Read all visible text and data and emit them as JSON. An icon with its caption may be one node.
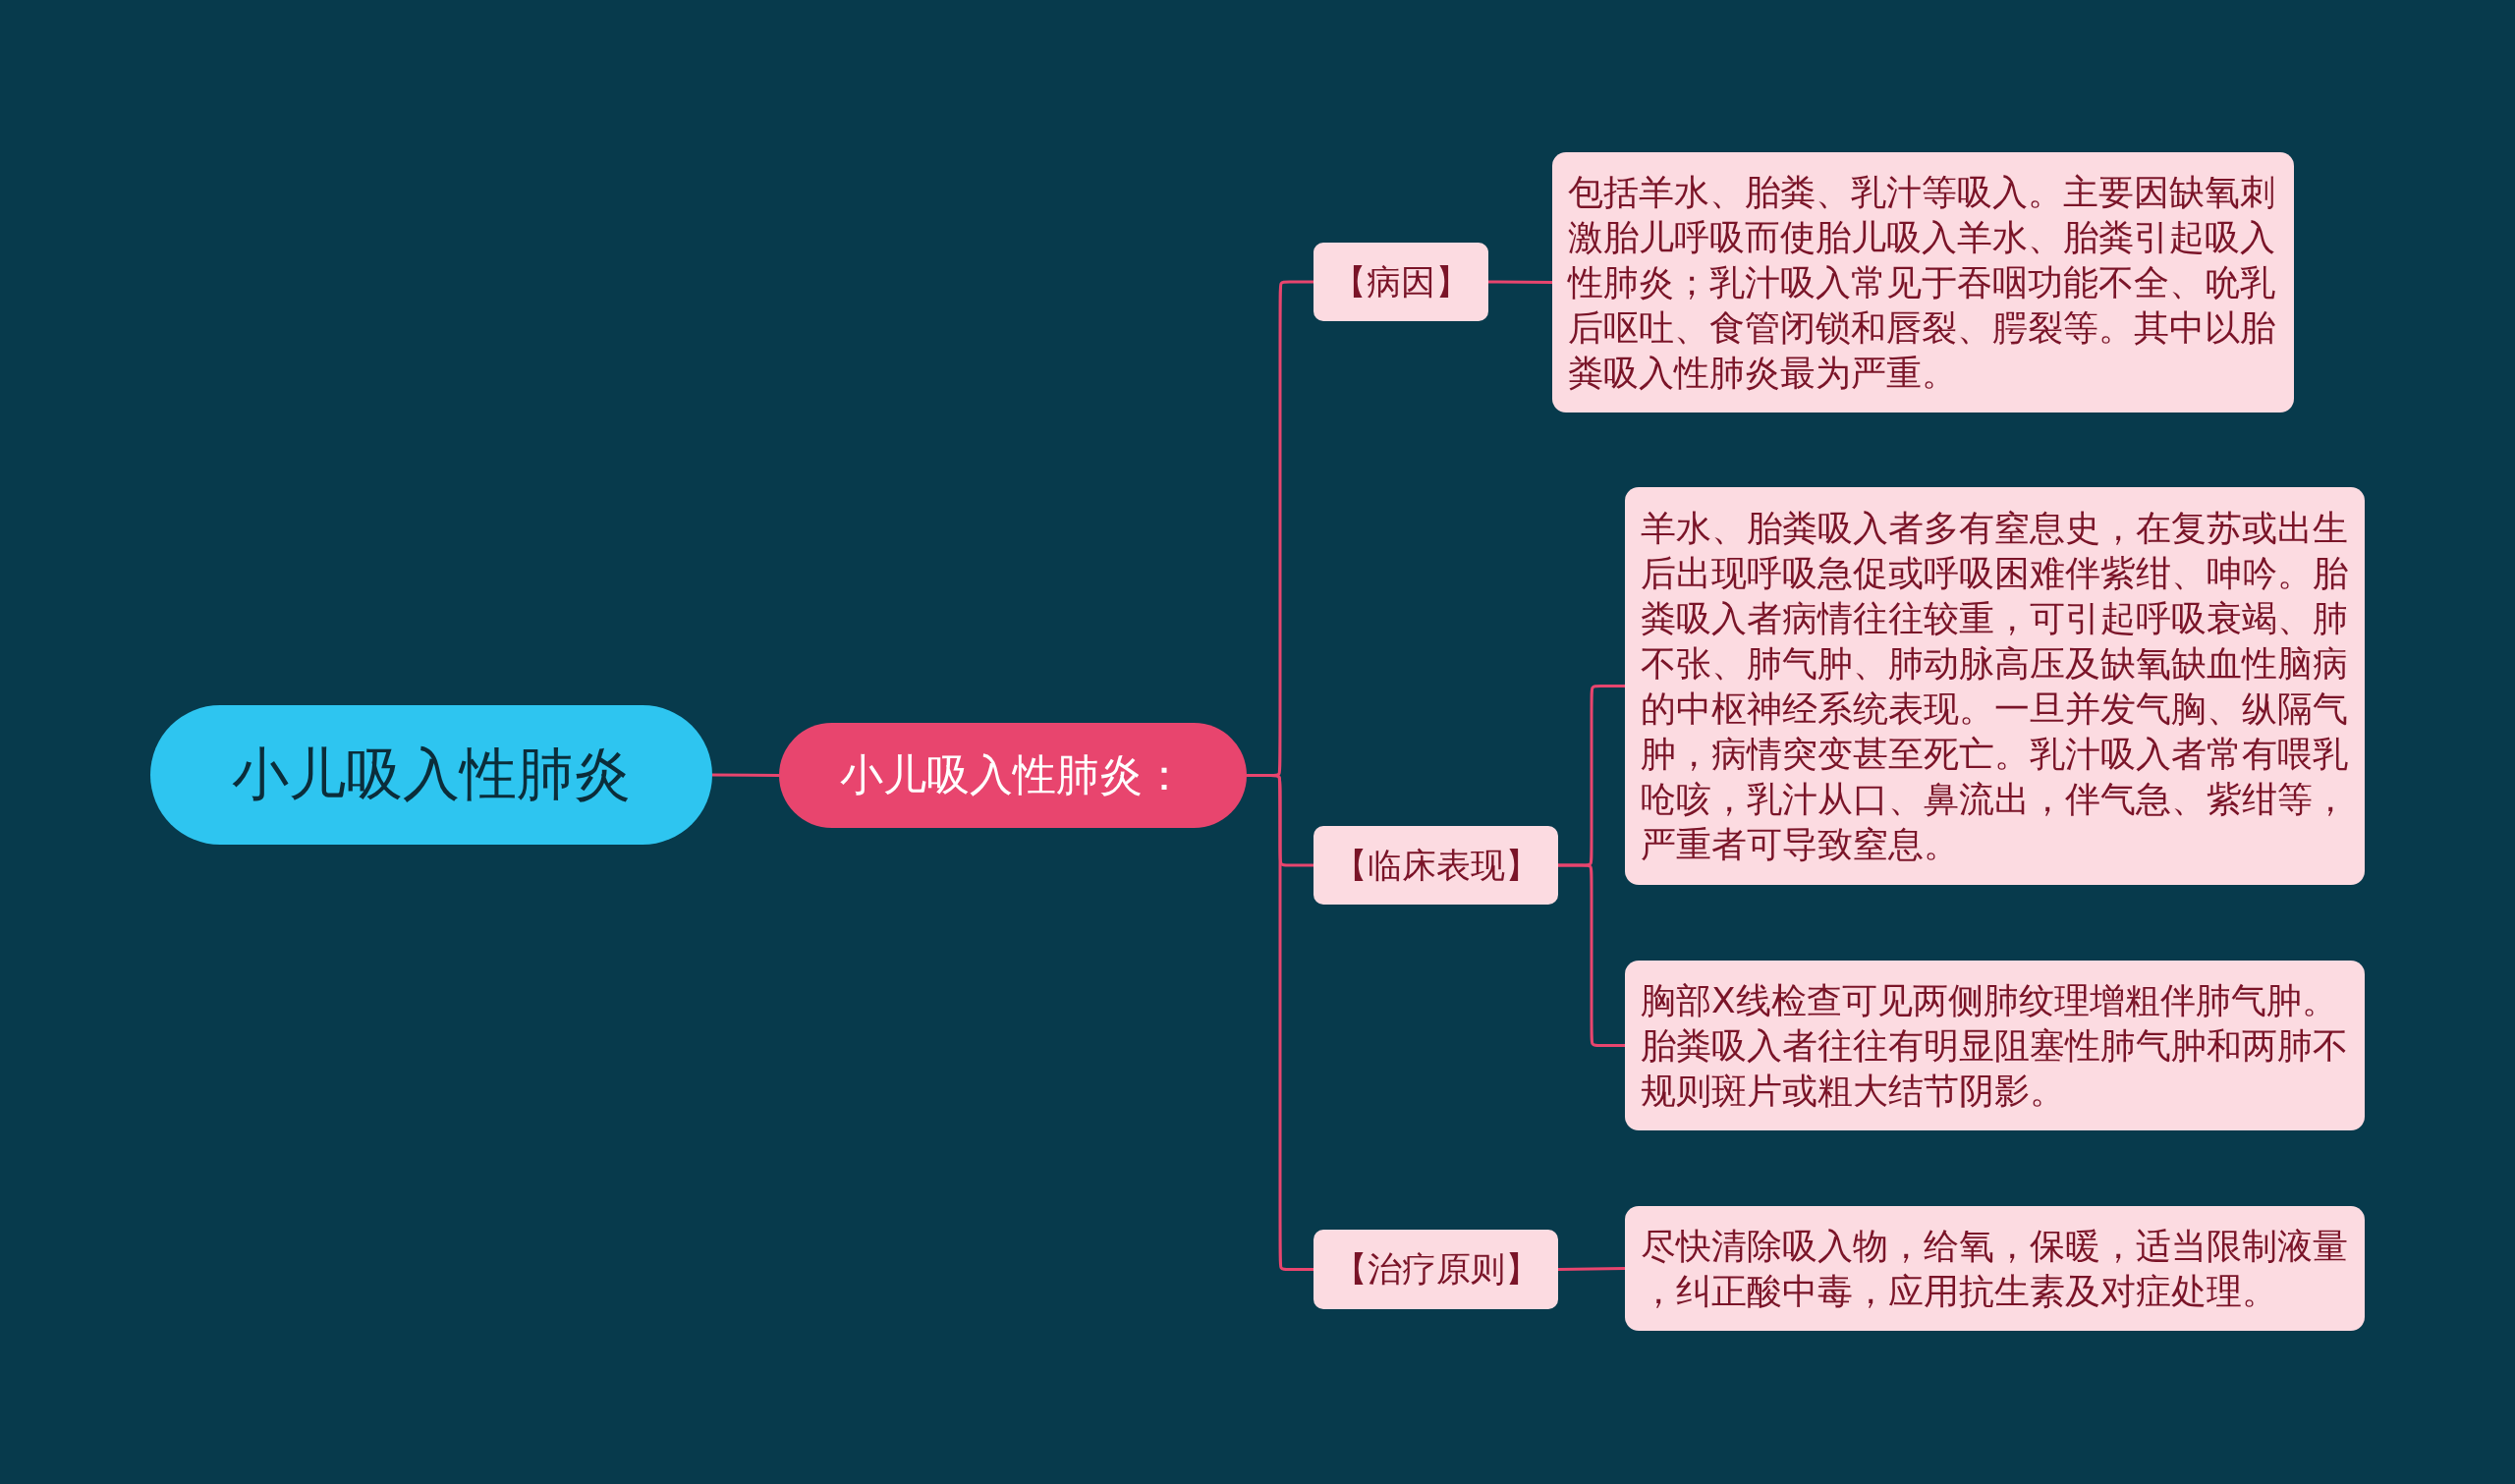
{
  "diagram": {
    "nodes": [
      {
        "text": [
          "小儿吸入性肺炎"
        ]
      },
      {
        "text": [
          "小儿吸入性肺炎："
        ]
      },
      {
        "text": [
          "【病因】"
        ]
      },
      {
        "text": [
          "包括羊水、胎粪、乳汁等吸入。主要因缺氧刺激胎儿呼吸而使胎儿吸入羊水、胎粪引起吸入性肺炎；乳汁吸入常见于吞咽功能不全、吮乳后呕吐、食管闭锁和唇裂、腭裂等。其中以胎粪吸入性肺炎最为严重。"
        ]
      },
      {
        "text": [
          "【临床表现】"
        ]
      },
      {
        "text": [
          "羊水、胎粪吸入者多有窒息史，在复苏或出生后出现呼吸急促或呼吸困难伴紫绀、呻吟。胎粪吸入者病情往往较重，可引起呼吸衰竭、肺不张、肺气肿、肺动脉高压及缺氧缺血性脑病的中枢神经系统表现。一旦并发气胸、纵隔气肿，病情突变甚至死亡。乳汁吸入者常有喂乳呛咳，乳汁从口、鼻流出，伴气急、紫绀等，严重者可导致窒息。"
        ]
      },
      {
        "text": [
          "胸部X线检查可见两侧肺纹理增粗伴肺气肿。胎粪吸入者往往有明显阻塞性肺气肿和两肺不规则斑片或粗大结节阴影。"
        ]
      },
      {
        "text": [
          "【治疗原则】"
        ]
      },
      {
        "text": [
          "尽快清除吸入物，给氧，保暖，适当限制液量，纠正酸中毒，应用抗生素及对症处理。"
        ]
      }
    ],
    "edges": [
      {
        "from": 0,
        "to": 1,
        "arrow": "none"
      },
      {
        "from": 1,
        "to": 2,
        "arrow": "none"
      },
      {
        "from": 1,
        "to": 4,
        "arrow": "none"
      },
      {
        "from": 1,
        "to": 7,
        "arrow": "none"
      },
      {
        "from": 2,
        "to": 3,
        "arrow": "none"
      },
      {
        "from": 4,
        "to": 5,
        "arrow": "none"
      },
      {
        "from": 4,
        "to": 6,
        "arrow": "none"
      },
      {
        "from": 7,
        "to": 8,
        "arrow": "none"
      }
    ]
  }
}
